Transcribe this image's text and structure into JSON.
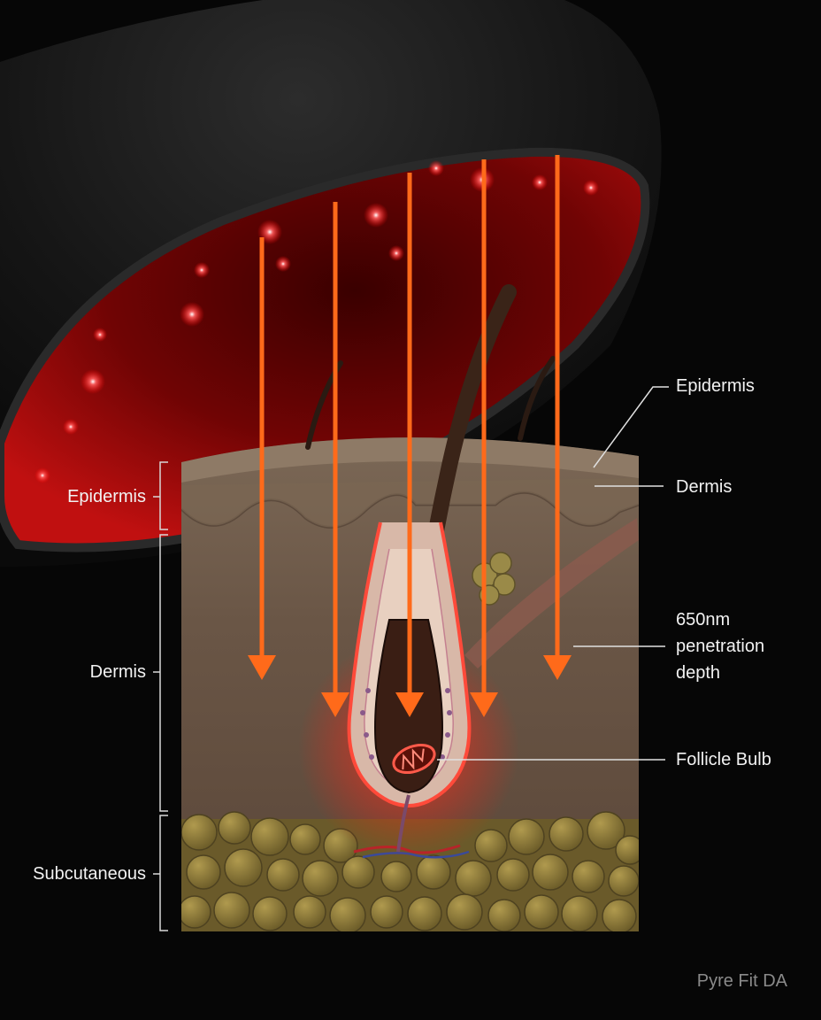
{
  "labels": {
    "left": {
      "epidermis": "Epidermis",
      "dermis": "Dermis",
      "subcutaneous": "Subcutaneous"
    },
    "right": {
      "epidermis": "Epidermis",
      "dermis": "Dermis",
      "penetration_lines": [
        "650nm",
        "penetration",
        "depth"
      ],
      "follicle_bulb": "Follicle Bulb"
    }
  },
  "watermark": "Pyre Fit DA",
  "colors": {
    "background": "#060606",
    "arrow": "#ff6a1a",
    "led": "#ff1a1a",
    "skin": "#6e5a49",
    "fat": "#8d7b3d",
    "label": "#f2f2f2"
  }
}
